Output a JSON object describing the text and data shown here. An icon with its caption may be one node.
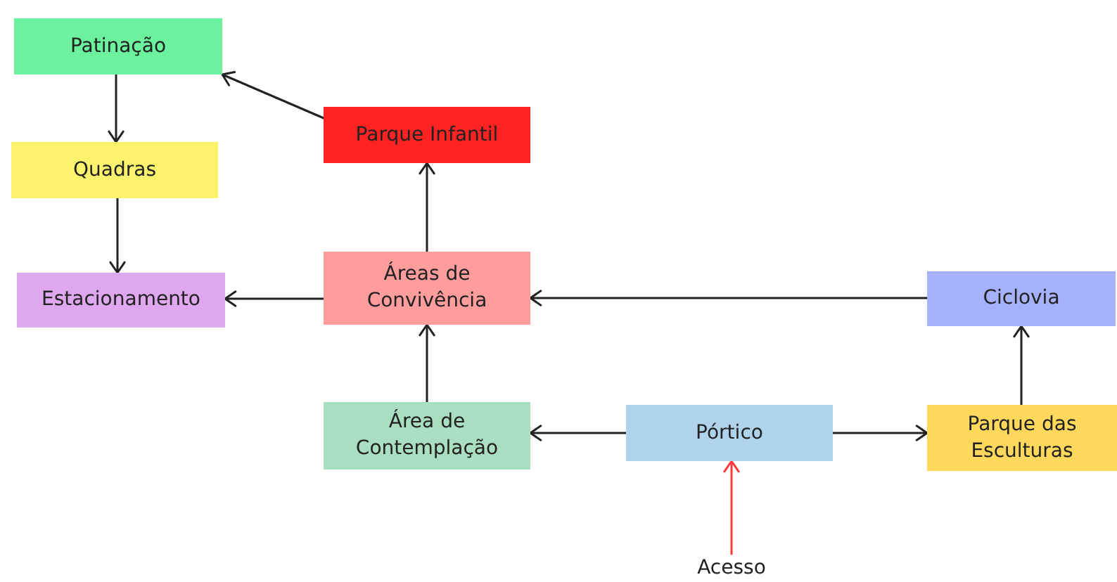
{
  "diagram": {
    "nodes": [
      {
        "text": [
          "Patinação"
        ]
      },
      {
        "text": [
          "Quadras"
        ]
      },
      {
        "text": [
          "Estacionamento"
        ]
      },
      {
        "text": [
          "Parque Infantil"
        ]
      },
      {
        "text": [
          "Áreas de Convivência"
        ]
      },
      {
        "text": [
          "Área de Contemplação"
        ]
      },
      {
        "text": [
          "Pórtico"
        ]
      },
      {
        "text": [
          "Parque das Esculturas"
        ]
      },
      {
        "text": [
          "Ciclovia"
        ]
      },
      {
        "text": [
          "Acesso"
        ]
      }
    ],
    "edges": [
      {
        "from": 0,
        "to": 1,
        "arrow": "to"
      },
      {
        "from": 1,
        "to": 2,
        "arrow": "to"
      },
      {
        "from": 3,
        "to": 0,
        "arrow": "to"
      },
      {
        "from": 4,
        "to": 3,
        "arrow": "to"
      },
      {
        "from": 4,
        "to": 2,
        "arrow": "to"
      },
      {
        "from": 5,
        "to": 4,
        "arrow": "to"
      },
      {
        "from": 8,
        "to": 4,
        "arrow": "to"
      },
      {
        "from": 6,
        "to": 5,
        "arrow": "to"
      },
      {
        "from": 6,
        "to": 7,
        "arrow": "to"
      },
      {
        "from": 7,
        "to": 8,
        "arrow": "to"
      },
      {
        "from": 9,
        "to": 6,
        "arrow": "to",
        "color": "#ff3b3b"
      }
    ]
  }
}
